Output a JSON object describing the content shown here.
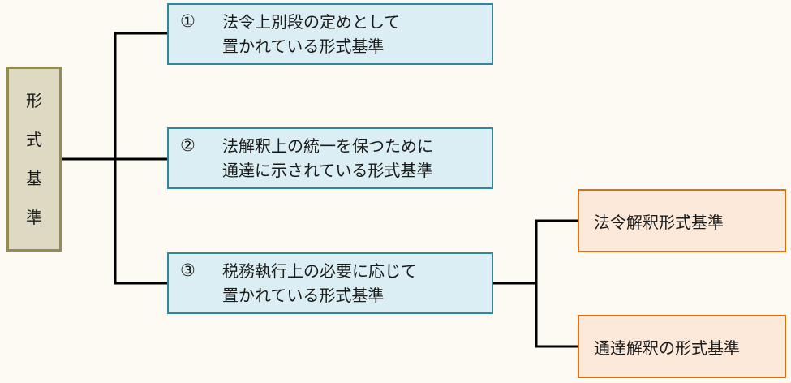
{
  "root": {
    "chars": [
      "形",
      "式",
      "基",
      "準"
    ]
  },
  "categories": [
    {
      "number": "①",
      "line1": "法令上別段の定めとして",
      "line2": "置かれている形式基準"
    },
    {
      "number": "②",
      "line1": "法解釈上の統一を保つために",
      "line2": "通達に示されている形式基準"
    },
    {
      "number": "③",
      "line1": "税務執行上の必要に応じて",
      "line2": "置かれている形式基準"
    }
  ],
  "subcategories": [
    {
      "label": "法令解釈形式基準"
    },
    {
      "label": "通達解釈の形式基準"
    }
  ],
  "colors": {
    "background": "#fcfaf3",
    "root_fill": "#ddd9c3",
    "root_border": "#948a54",
    "blue_fill": "#dbeef3",
    "blue_border": "#31859c",
    "orange_fill": "#fde9d9",
    "orange_border": "#e46c0a",
    "connector": "#000000"
  }
}
